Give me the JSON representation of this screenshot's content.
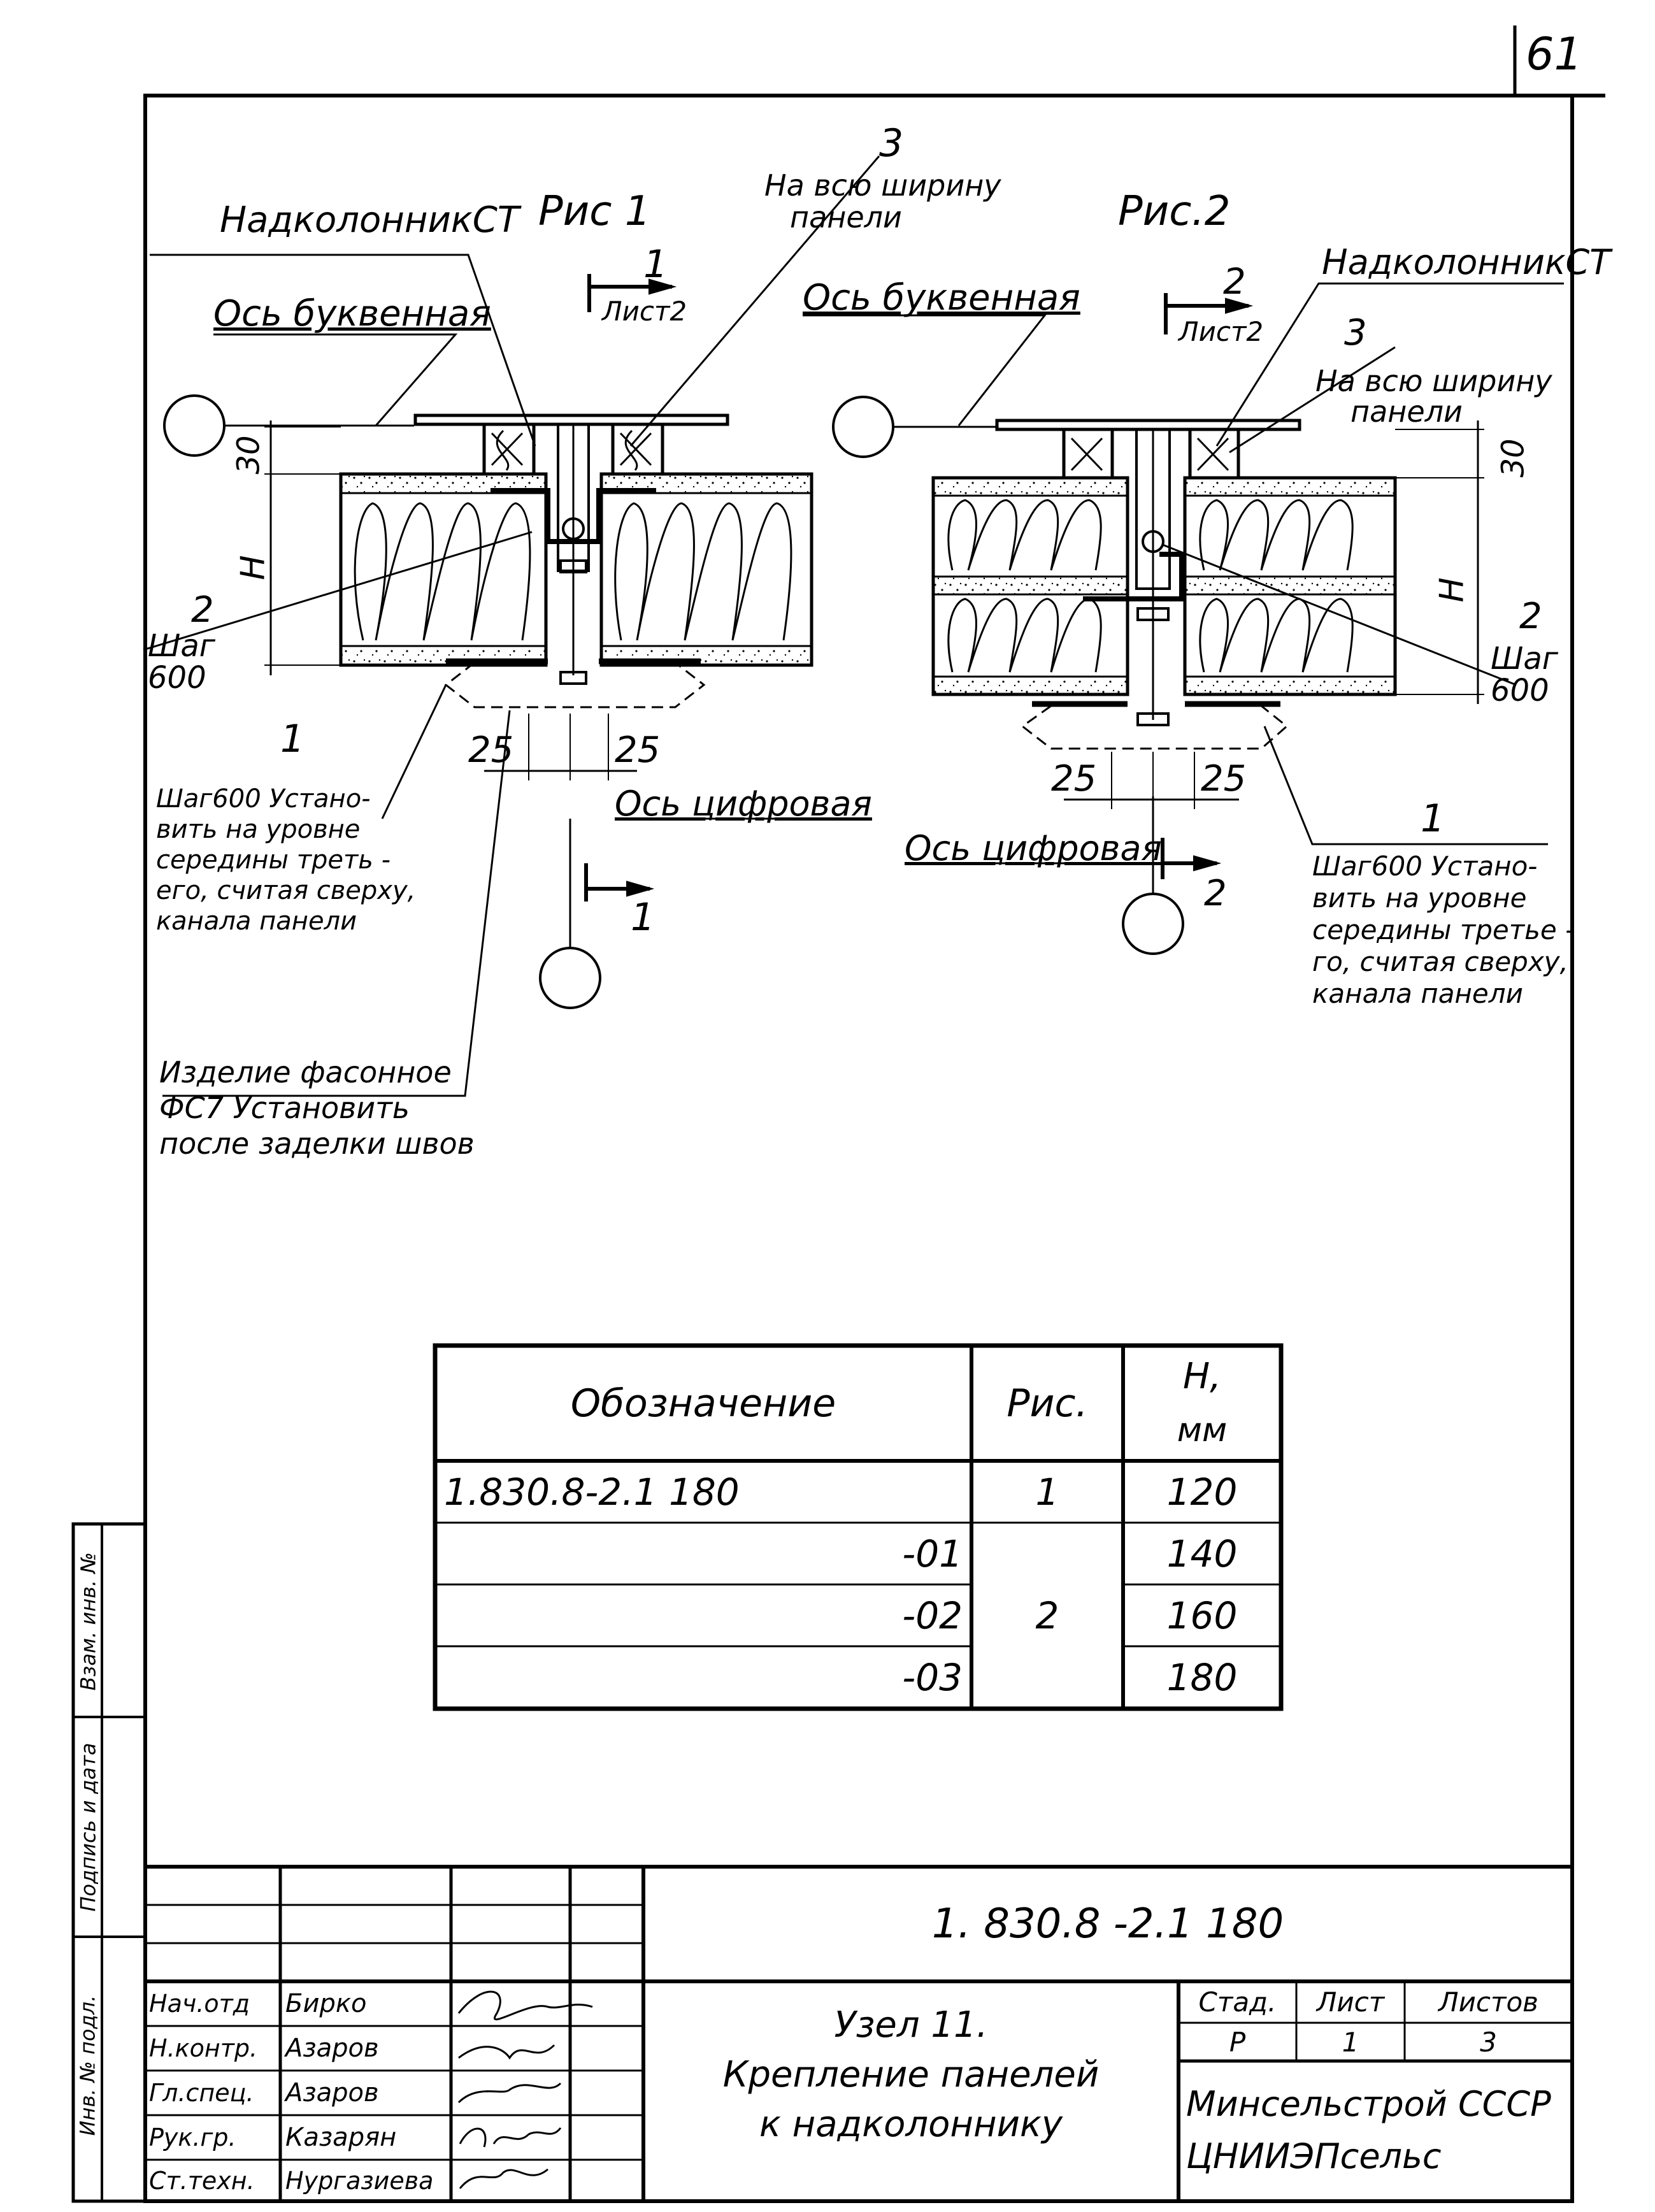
{
  "sheet_number": "61",
  "fig1": {
    "title": "Рис 1",
    "label_nadkolonnik": "НадколонникСТ",
    "label_os_bukv": "Ось буквенная",
    "pos3": "3",
    "pos3_text1": "На всю ширину",
    "pos3_text2": "панели",
    "section_num": "1",
    "section_sheet": "Лист2",
    "dim_30": "30",
    "dim_h": "H",
    "pos2": "2",
    "step_label": "Шаг",
    "step_value": "600",
    "dim_25a": "25",
    "dim_25b": "25",
    "label_os_cifr": "Ось цифровая",
    "section_bottom": "1",
    "pos1": "1",
    "note1_lines": [
      "Шаг600 Устано-",
      "вить на уровне",
      "середины треть -",
      "его, считая сверху,",
      "канала панели"
    ],
    "note_fc_lines": [
      "Изделие фасонное",
      "ФС7 Установить",
      "после заделки швов"
    ]
  },
  "fig2": {
    "title": "Рис.2",
    "label_nadkolonnik": "НадколонникСТ",
    "label_os_bukv": "Ось буквенная",
    "pos3": "3",
    "pos3_text1": "На всю ширину",
    "pos3_text2": "панели",
    "section_num": "2",
    "section_sheet": "Лист2",
    "dim_30": "30",
    "dim_h": "H",
    "pos2": "2",
    "step_label": "Шаг",
    "step_value": "600",
    "dim_25a": "25",
    "dim_25b": "25",
    "label_os_cifr": "Ось цифровая",
    "section_bottom": "2",
    "pos1": "1",
    "note1_lines": [
      "Шаг600 Устано-",
      "вить на уровне",
      "середины третье -",
      "го, считая сверху,",
      "канала панели"
    ]
  },
  "table": {
    "headers": [
      "Обозначение",
      "Рис.",
      "H,",
      "мм"
    ],
    "rows": [
      {
        "designation": "1.830.8-2.1 180",
        "fig": "1",
        "h": "120"
      },
      {
        "designation": "-01",
        "fig": "",
        "h": "140"
      },
      {
        "designation": "-02",
        "fig": "2",
        "h": "160"
      },
      {
        "designation": "-03",
        "fig": "",
        "h": "180"
      }
    ]
  },
  "side_stamp": [
    "Инв. № подл.",
    "Подпись и дата",
    "Взам. инв. №"
  ],
  "title_block": {
    "doc_code": "1. 830.8 -2.1 180",
    "roles": [
      "Нач.отд",
      "Н.контр.",
      "Гл.спец.",
      "Рук.гр.",
      "Ст.техн."
    ],
    "names": [
      "Бирко",
      "Азаров",
      "Азаров",
      "Казарян",
      "Нургазиева"
    ],
    "title_lines": [
      "Узел 11.",
      "Крепление панелей",
      "к надколоннику"
    ],
    "stage_label": "Стад.",
    "sheet_label": "Лист",
    "sheets_label": "Листов",
    "stage": "Р",
    "sheet": "1",
    "sheets": "3",
    "org_lines": [
      "Минсельстрой СССР",
      "ЦНИИЭПсельс"
    ]
  }
}
